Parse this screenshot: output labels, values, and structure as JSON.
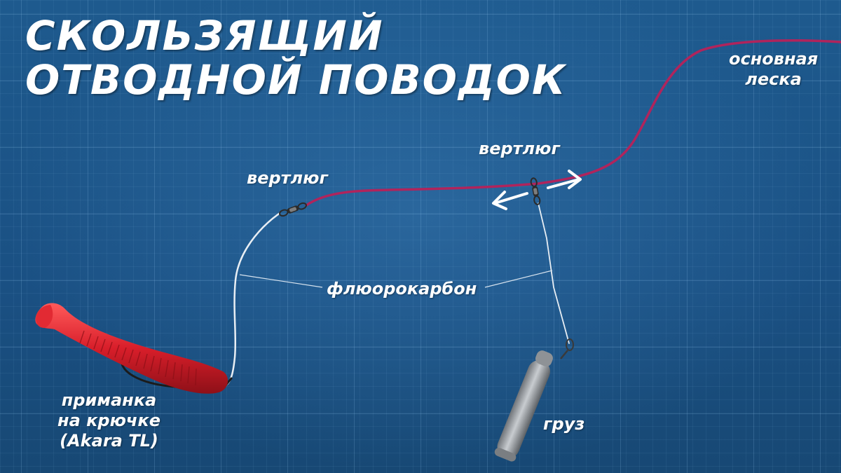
{
  "title": {
    "line1": "СКОЛЬЗЯЩИЙ",
    "line2": "ОТВОДНОЙ ПОВОДОК"
  },
  "labels": {
    "main_line": [
      "основная",
      "леска"
    ],
    "swivel_right": "вертлюг",
    "swivel_left": "вертлюг",
    "fluorocarbon": "флюорокарбон",
    "weight": "груз",
    "bait": [
      "приманка",
      "на крючке",
      "(Akara TL)"
    ]
  },
  "colors": {
    "background": "#1d5688",
    "main_line": "#b0245c",
    "fluorocarbon": "#e8eef4",
    "lure": "#d8202c",
    "sinker": "#a9adb1",
    "text": "#ffffff"
  },
  "icons": {
    "slide_arrows": "double-arrow-left-right",
    "swivel": "barrel-swivel"
  }
}
